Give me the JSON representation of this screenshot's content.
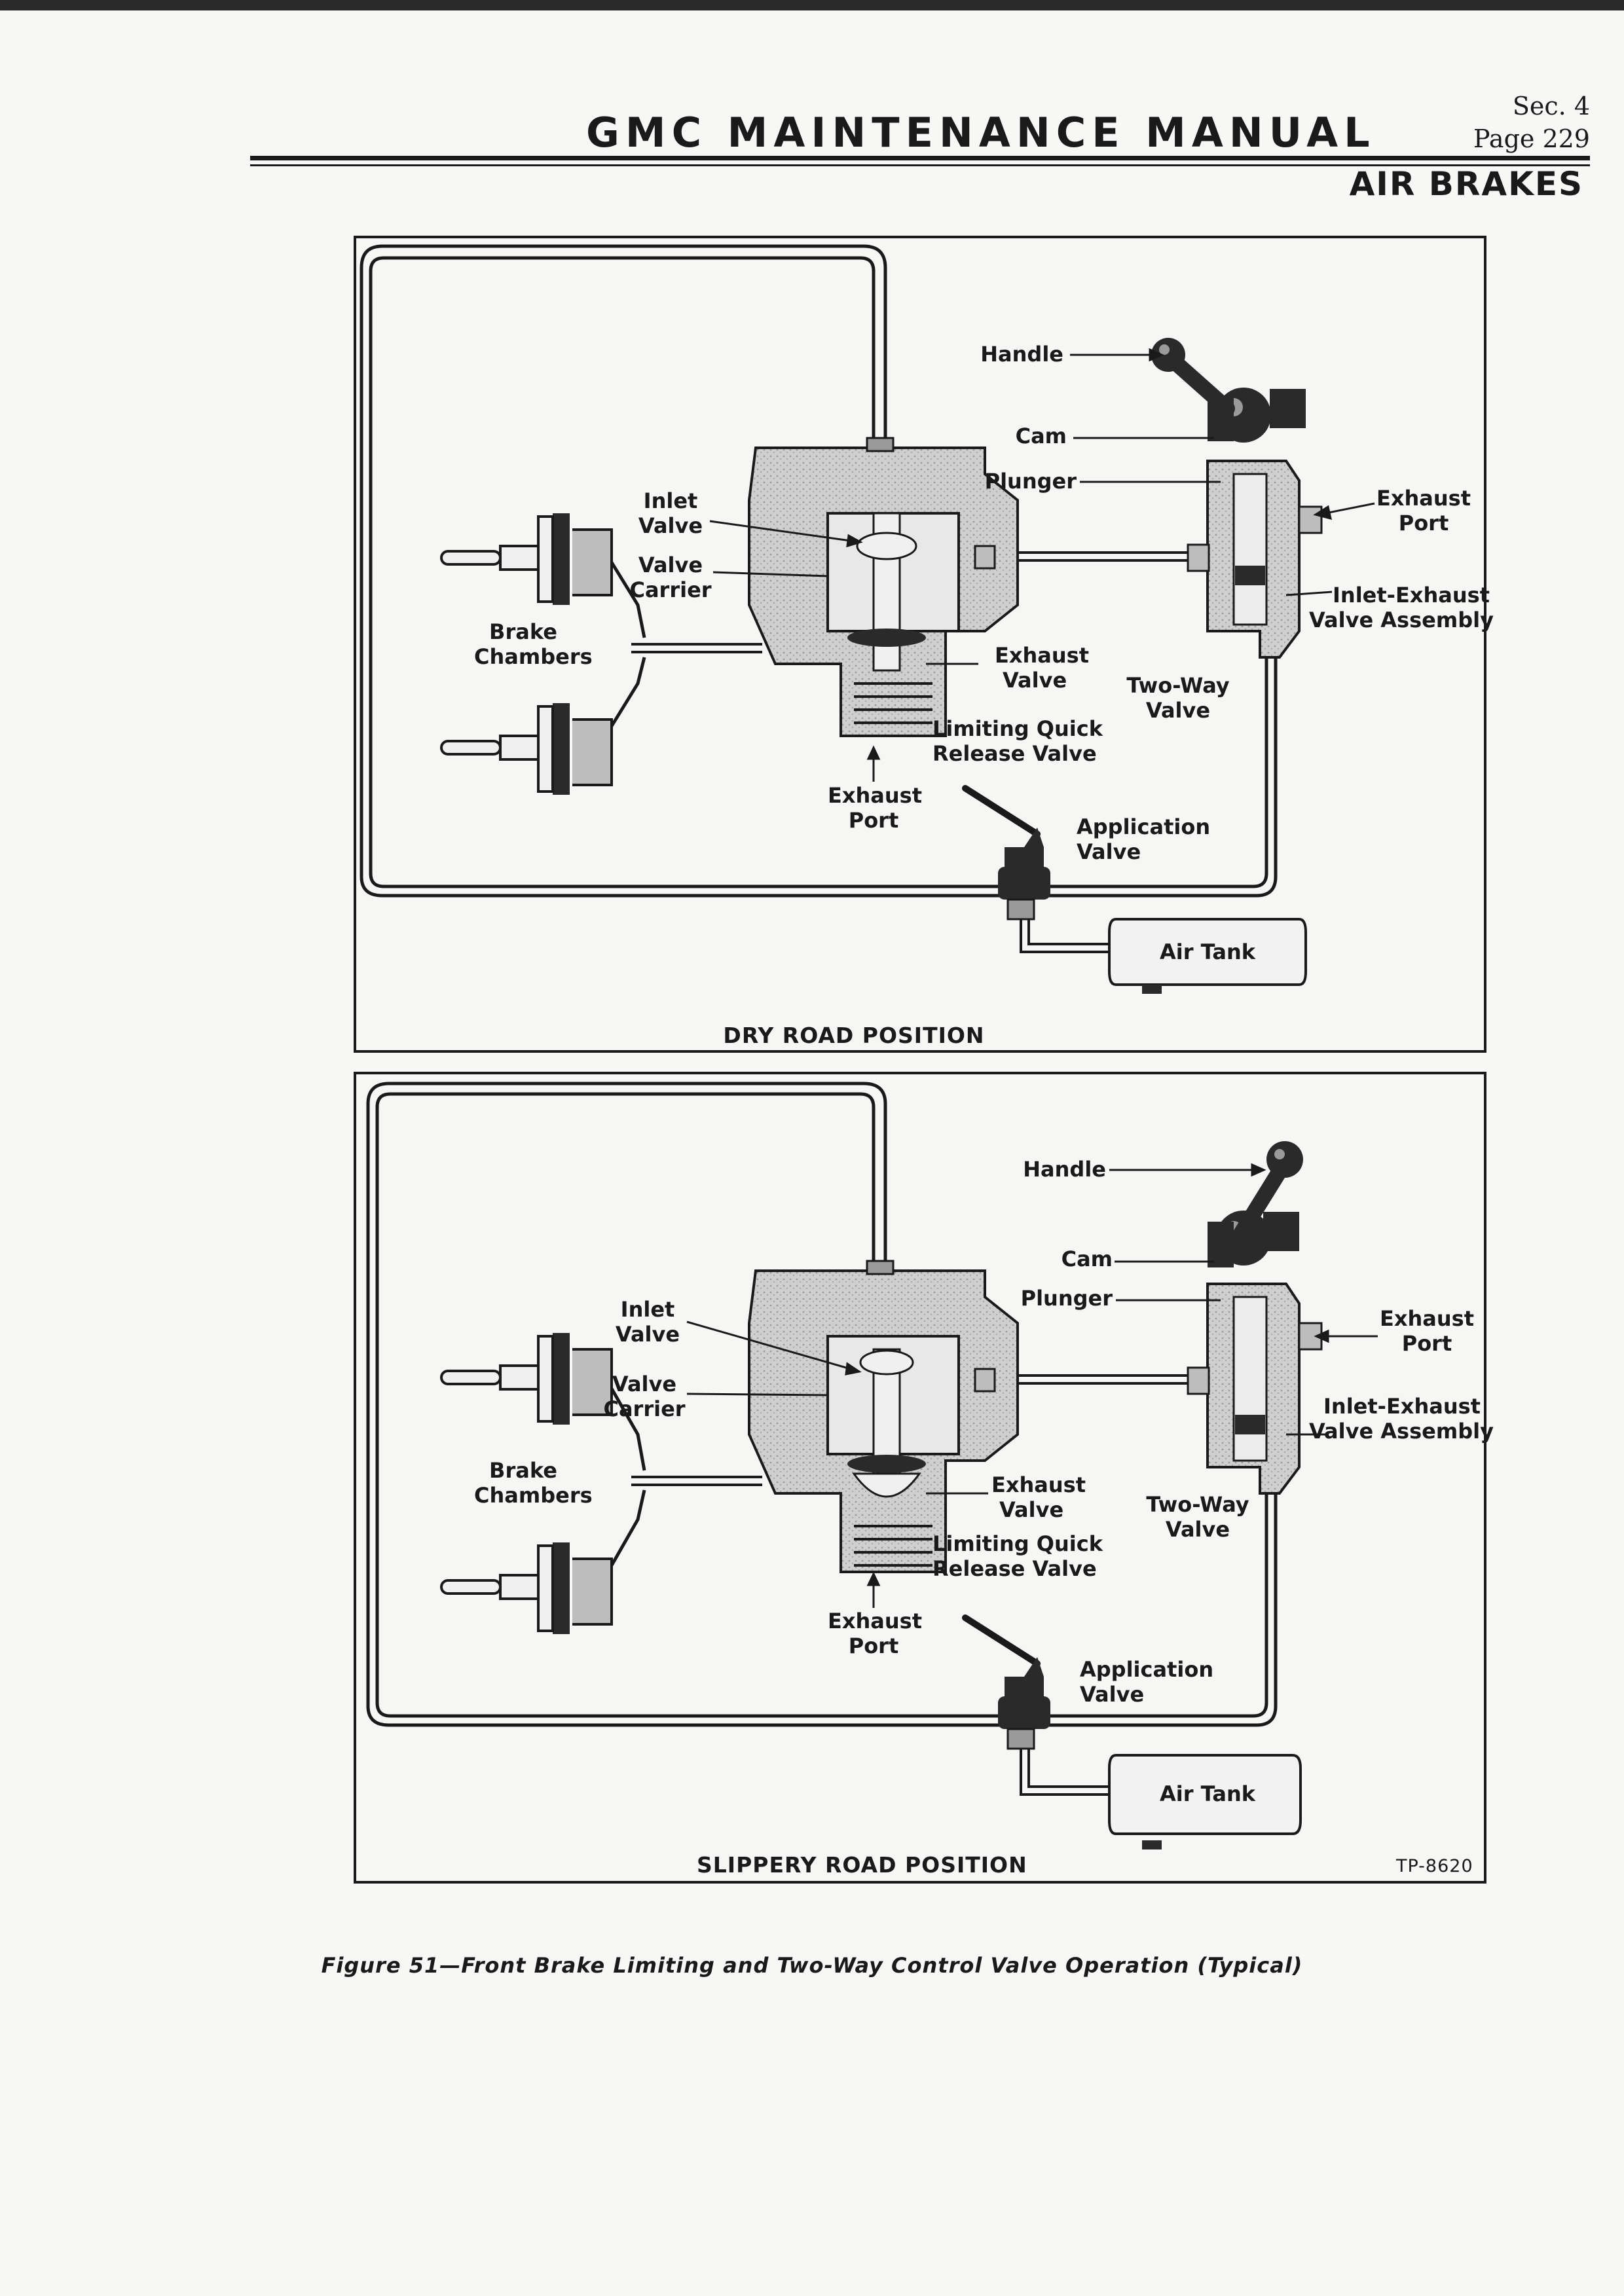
{
  "header": {
    "title": "GMC MAINTENANCE MANUAL",
    "section": "Sec. 4",
    "page": "Page 229",
    "topic": "AIR BRAKES"
  },
  "panels": [
    {
      "caption": "DRY ROAD POSITION",
      "labels": {
        "handle": "Handle",
        "cam": "Cam",
        "plunger": "Plunger",
        "exhaust_port_right": [
          "Exhaust",
          "Port"
        ],
        "inlet_exhaust": [
          "Inlet-Exhaust",
          "Valve Assembly"
        ],
        "two_way": [
          "Two-Way",
          "Valve"
        ],
        "inlet_valve": [
          "Inlet",
          "Valve"
        ],
        "valve_carrier": [
          "Valve",
          "Carrier"
        ],
        "brake_chambers": [
          "Brake",
          "Chambers"
        ],
        "exhaust_valve": [
          "Exhaust",
          "Valve"
        ],
        "limiting_quick": [
          "Limiting Quick",
          "Release Valve"
        ],
        "exhaust_port_bottom": [
          "Exhaust",
          "Port"
        ],
        "application_valve": [
          "Application",
          "Valve"
        ],
        "air_tank": "Air Tank"
      }
    },
    {
      "caption": "SLIPPERY ROAD POSITION",
      "tp_number": "TP-8620",
      "labels": {
        "handle": "Handle",
        "cam": "Cam",
        "plunger": "Plunger",
        "exhaust_port_right": [
          "Exhaust",
          "Port"
        ],
        "inlet_exhaust": [
          "Inlet-Exhaust",
          "Valve Assembly"
        ],
        "two_way": [
          "Two-Way",
          "Valve"
        ],
        "inlet_valve": [
          "Inlet",
          "Valve"
        ],
        "valve_carrier": [
          "Valve",
          "Carrier"
        ],
        "brake_chambers": [
          "Brake",
          "Chambers"
        ],
        "exhaust_valve": [
          "Exhaust",
          "Valve"
        ],
        "limiting_quick": [
          "Limiting Quick",
          "Release Valve"
        ],
        "exhaust_port_bottom": [
          "Exhaust",
          "Port"
        ],
        "application_valve": [
          "Application",
          "Valve"
        ],
        "air_tank": "Air Tank"
      }
    }
  ],
  "figure_caption": "Figure 51—Front Brake Limiting and Two-Way Control Valve Operation (Typical)"
}
